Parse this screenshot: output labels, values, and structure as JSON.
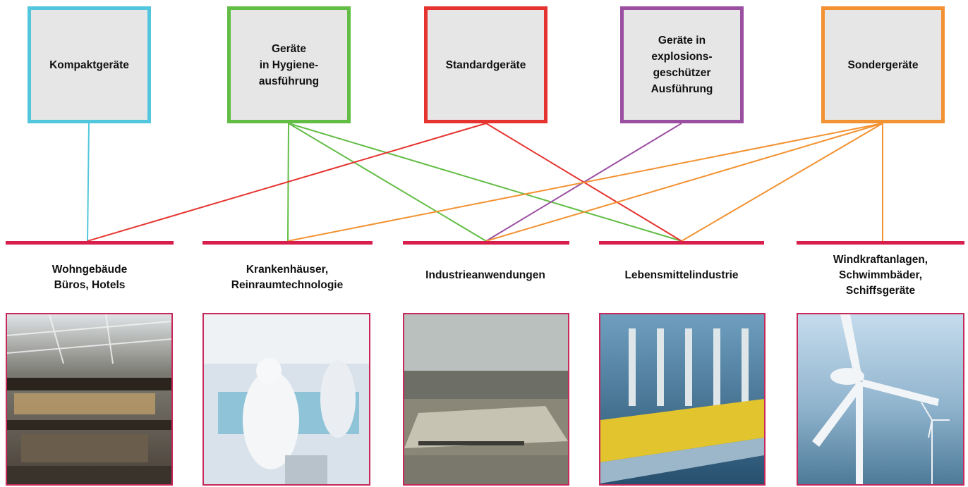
{
  "colors": {
    "cyan": "#52c6dc",
    "green": "#62bd45",
    "red": "#e5342f",
    "purple": "#9b4fa1",
    "orange": "#f39232",
    "bar": "#d81e4c",
    "box_fill": "#e6e6e6"
  },
  "device_categories": [
    {
      "id": "kompakt",
      "label": "Kompaktgeräte",
      "color": "#52c6dc"
    },
    {
      "id": "hygiene",
      "label": "Geräte\nin Hygiene-\nausführung",
      "color": "#62bd45"
    },
    {
      "id": "standard",
      "label": "Standardgeräte",
      "color": "#e5342f"
    },
    {
      "id": "explosion",
      "label": "Geräte in\nexplosions-\ngeschützer\nAusführung",
      "color": "#9b4fa1"
    },
    {
      "id": "sonder",
      "label": "Sondergeräte",
      "color": "#f39232"
    }
  ],
  "applications": [
    {
      "id": "wohn",
      "label": "Wohngebäude\nBüros, Hotels",
      "photo": "shopping-mall-photo"
    },
    {
      "id": "kranken",
      "label": "Krankenhäuser,\nReinraumtechnologie",
      "photo": "cleanroom-lab-photo"
    },
    {
      "id": "industrie",
      "label": "Industrieanwendungen",
      "photo": "factory-hall-photo"
    },
    {
      "id": "lebensmittel",
      "label": "Lebensmittelindustrie",
      "photo": "bottling-line-photo"
    },
    {
      "id": "wind",
      "label": "Windkraftanlagen,\nSchwimmbäder,\nSchiffsgeräte",
      "photo": "wind-turbines-photo"
    }
  ],
  "connections": [
    {
      "from": "kompakt",
      "to": "wohn"
    },
    {
      "from": "hygiene",
      "to": "kranken"
    },
    {
      "from": "hygiene",
      "to": "industrie"
    },
    {
      "from": "hygiene",
      "to": "lebensmittel"
    },
    {
      "from": "standard",
      "to": "wohn"
    },
    {
      "from": "standard",
      "to": "lebensmittel"
    },
    {
      "from": "explosion",
      "to": "industrie"
    },
    {
      "from": "sonder",
      "to": "kranken"
    },
    {
      "from": "sonder",
      "to": "industrie"
    },
    {
      "from": "sonder",
      "to": "lebensmittel"
    },
    {
      "from": "sonder",
      "to": "wind"
    }
  ]
}
